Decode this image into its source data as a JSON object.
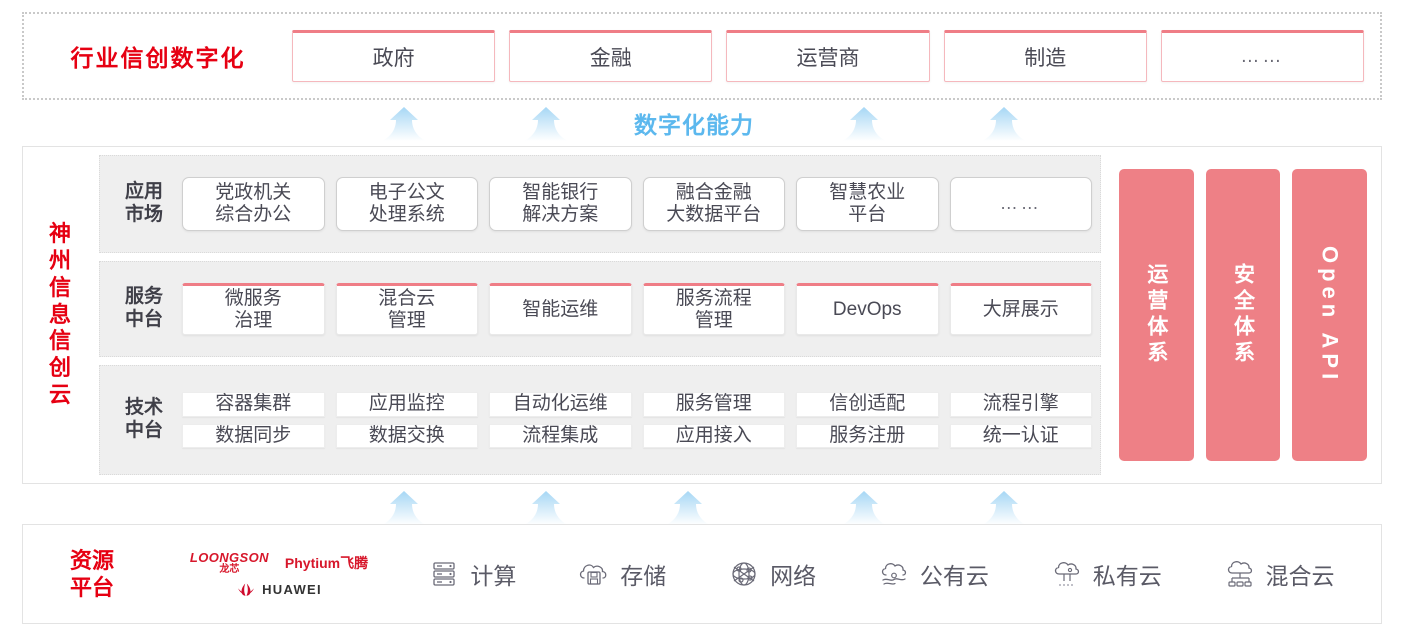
{
  "industry": {
    "title": "行业信创数字化",
    "cards": [
      {
        "label": "政府"
      },
      {
        "label": "金融"
      },
      {
        "label": "运营商"
      },
      {
        "label": "制造"
      },
      {
        "label": "……"
      }
    ]
  },
  "capability_label": "数字化能力",
  "cloud": {
    "title_chars": [
      "神",
      "州",
      "信",
      "息",
      "信",
      "创",
      "云"
    ],
    "rows": [
      {
        "label_lines": [
          "应用",
          "市场"
        ],
        "cards": [
          {
            "lines": [
              "党政机关",
              "综合办公"
            ]
          },
          {
            "lines": [
              "电子公文",
              "处理系统"
            ]
          },
          {
            "lines": [
              "智能银行",
              "解决方案"
            ]
          },
          {
            "lines": [
              "融合金融",
              "大数据平台"
            ]
          },
          {
            "lines": [
              "智慧农业",
              "平台"
            ]
          },
          {
            "lines": [
              "……"
            ]
          }
        ]
      },
      {
        "label_lines": [
          "服务",
          "中台"
        ],
        "cards": [
          {
            "lines": [
              "微服务",
              "治理"
            ]
          },
          {
            "lines": [
              "混合云",
              "管理"
            ]
          },
          {
            "lines": [
              "智能运维"
            ]
          },
          {
            "lines": [
              "服务流程",
              "管理"
            ]
          },
          {
            "lines": [
              "DevOps"
            ]
          },
          {
            "lines": [
              "大屏展示"
            ]
          }
        ]
      },
      {
        "label_lines": [
          "技术",
          "中台"
        ],
        "subrows": [
          [
            "容器集群",
            "应用监控",
            "自动化运维",
            "服务管理",
            "信创适配",
            "流程引擎"
          ],
          [
            "数据同步",
            "数据交换",
            "流程集成",
            "应用接入",
            "服务注册",
            "统一认证"
          ]
        ]
      }
    ],
    "side_panels": [
      {
        "label": "运营体系",
        "type": "cjk"
      },
      {
        "label": "安全体系",
        "type": "cjk"
      },
      {
        "label": "Open API",
        "type": "latin"
      }
    ]
  },
  "resource": {
    "title_lines": [
      "资源",
      "平台"
    ],
    "vendors": [
      {
        "name": "LOONGSON",
        "cn": "龙芯",
        "icon": "loongson-logo"
      },
      {
        "name": "Phytium飞腾",
        "icon": "phytium-logo"
      },
      {
        "name": "HUAWEI",
        "icon": "huawei-logo"
      }
    ],
    "items": [
      {
        "label": "计算",
        "icon": "server-icon"
      },
      {
        "label": "存储",
        "icon": "cloud-storage-icon"
      },
      {
        "label": "网络",
        "icon": "network-mesh-icon"
      },
      {
        "label": "公有云",
        "icon": "public-cloud-icon"
      },
      {
        "label": "私有云",
        "icon": "private-cloud-icon"
      },
      {
        "label": "混合云",
        "icon": "hybrid-cloud-icon"
      }
    ]
  },
  "colors": {
    "brand_red": "#e60012",
    "panel_pink": "#ee8086",
    "card_accent": "#ef7d86",
    "arrow_blue": "#9fd4f4",
    "capability_blue": "#5cb8ee"
  },
  "arrows": {
    "top_positions": [
      380,
      522,
      840,
      980
    ],
    "bottom_positions": [
      380,
      522,
      664,
      840,
      980
    ]
  }
}
